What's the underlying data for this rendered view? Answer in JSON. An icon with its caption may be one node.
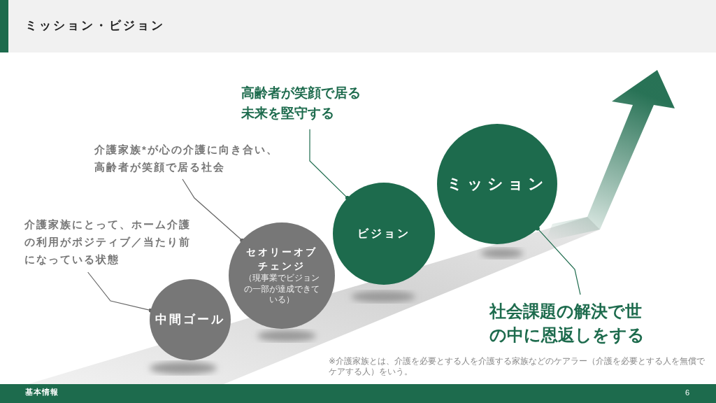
{
  "diagram": {
    "title": "ミッション・ビジョン",
    "nodes": [
      {
        "text": [
          "介護家族にとって、ホーム介護の利用がポジティブ／当たり前になっている状態"
        ]
      },
      {
        "text": [
          "介護家族*が心の介護に向き合い、高齢者が笑顔で居る社会"
        ]
      },
      {
        "text": [
          "高齢者が笑顔で居る未来を堅守する"
        ]
      },
      {
        "text": [
          "中間ゴール"
        ]
      },
      {
        "text": [
          "セオリーオブチェンジ",
          "（現事業でビジョンの一部が達成できている）"
        ]
      },
      {
        "text": [
          "ビジョン"
        ]
      },
      {
        "text": [
          "ミッション"
        ]
      },
      {
        "text": [
          "社会課題の解決で世の中に恩返しをする"
        ]
      }
    ],
    "edges": [
      {
        "from": 0,
        "to": 3,
        "arrow": "other"
      },
      {
        "from": 1,
        "to": 4,
        "arrow": "other"
      },
      {
        "from": 2,
        "to": 5,
        "arrow": "other",
        "color": "#1d6b4d"
      },
      {
        "from": 7,
        "to": 6,
        "arrow": "other",
        "color": "#1d6b4d"
      }
    ],
    "labels": [
      "※介護家族とは、介護を必要とする人を介護する家族などのケアラー（介護を必要とする人を無償でケアする人）をいう。",
      "基本情報",
      "6"
    ]
  }
}
